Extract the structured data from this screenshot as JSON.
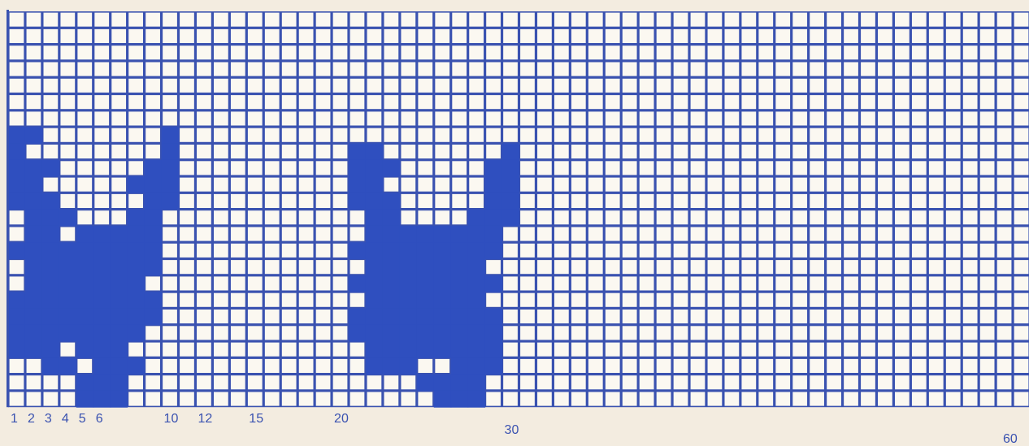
{
  "title": "",
  "colors": {
    "paper": "#f3ece0",
    "grid": "#3a52b0",
    "fill": "#2f4fbf",
    "cell": "#fbf8f1",
    "label": "#3a52b0"
  },
  "chart_data": {
    "type": "knitting-chart",
    "columns": 60,
    "rows": 24,
    "column_labels": [
      {
        "column": 1,
        "text": "1"
      },
      {
        "column": 2,
        "text": "2"
      },
      {
        "column": 3,
        "text": "3"
      },
      {
        "column": 4,
        "text": "4"
      },
      {
        "column": 5,
        "text": "5"
      },
      {
        "column": 6,
        "text": "6"
      },
      {
        "column": 10,
        "text": "10"
      },
      {
        "column": 12,
        "text": "12"
      },
      {
        "column": 15,
        "text": "15"
      },
      {
        "column": 20,
        "text": "20"
      },
      {
        "column": 30,
        "text": "30"
      },
      {
        "column": 60,
        "text": "60"
      }
    ],
    "filled_cells_by_row": [
      [],
      [],
      [],
      [],
      [],
      [],
      [],
      [
        1,
        2,
        10
      ],
      [
        1,
        10,
        21,
        22,
        30
      ],
      [
        1,
        2,
        3,
        9,
        10,
        21,
        22,
        23,
        29,
        30
      ],
      [
        1,
        2,
        8,
        9,
        10,
        21,
        22,
        29,
        30
      ],
      [
        1,
        2,
        3,
        9,
        10,
        21,
        22,
        23,
        29,
        30
      ],
      [
        2,
        3,
        4,
        8,
        9,
        22,
        23,
        28,
        29,
        30
      ],
      [
        2,
        3,
        5,
        6,
        7,
        8,
        9,
        22,
        23,
        24,
        25,
        26,
        27,
        28,
        29
      ],
      [
        1,
        2,
        3,
        4,
        5,
        6,
        7,
        8,
        9,
        21,
        22,
        23,
        24,
        25,
        26,
        27,
        28,
        29
      ],
      [
        2,
        3,
        4,
        5,
        6,
        7,
        8,
        9,
        22,
        23,
        24,
        25,
        26,
        27,
        28
      ],
      [
        2,
        3,
        4,
        5,
        6,
        7,
        8,
        21,
        22,
        23,
        24,
        25,
        26,
        27,
        28,
        29
      ],
      [
        1,
        2,
        3,
        4,
        5,
        6,
        7,
        8,
        9,
        22,
        23,
        24,
        25,
        26,
        27,
        28
      ],
      [
        1,
        2,
        3,
        4,
        5,
        6,
        7,
        8,
        9,
        21,
        22,
        23,
        24,
        25,
        26,
        27,
        28,
        29
      ],
      [
        1,
        2,
        3,
        4,
        5,
        6,
        7,
        8,
        21,
        22,
        23,
        24,
        25,
        26,
        27,
        28,
        29
      ],
      [
        1,
        2,
        3,
        5,
        6,
        7,
        22,
        23,
        24,
        25,
        26,
        27,
        28,
        29
      ],
      [
        3,
        4,
        6,
        7,
        8,
        22,
        23,
        24,
        27,
        28,
        29
      ],
      [
        5,
        6,
        7,
        25,
        26,
        27,
        28
      ],
      [
        5,
        6,
        7,
        26,
        27,
        28
      ]
    ]
  }
}
